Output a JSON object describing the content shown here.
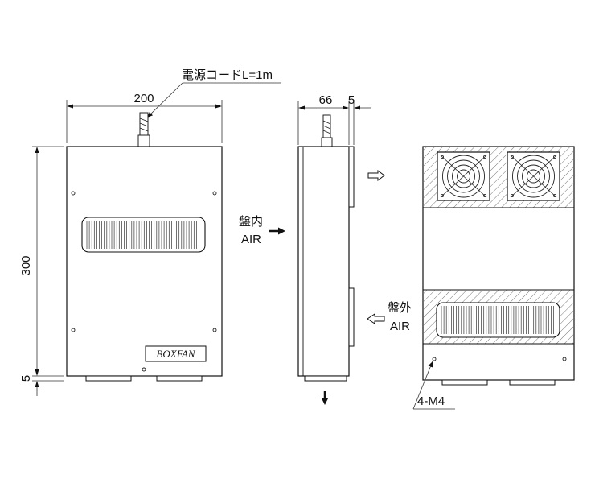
{
  "labels": {
    "power_cord": "電源コードL=1m",
    "width_dim": "200",
    "height_dim": "300",
    "bottom_offset_dim": "5",
    "depth_dim": "66",
    "flange_dim": "5",
    "air_in_kanji": "盤内",
    "air_in_word": "AIR",
    "air_out_kanji": "盤外",
    "air_out_word": "AIR",
    "mount_holes": "4-M4",
    "brand": "BOXFAN"
  }
}
